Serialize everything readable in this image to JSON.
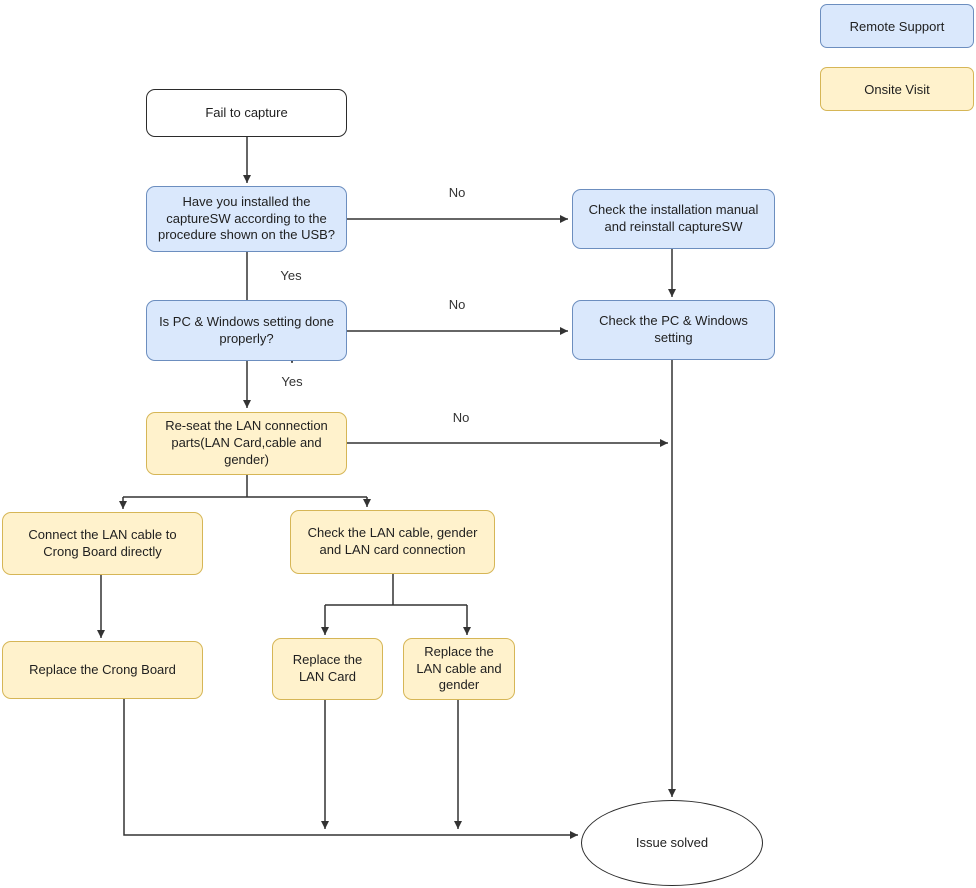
{
  "legend": {
    "remote": {
      "label": "Remote Support",
      "fill": "#dae8fc",
      "border": "#6c8ebf"
    },
    "onsite": {
      "label": "Onsite Visit",
      "fill": "#fff2cc",
      "border": "#d6b656"
    }
  },
  "nodes": {
    "fail_to_capture": {
      "label": "Fail to capture",
      "type": "start"
    },
    "installed_sw": {
      "label": "Have you installed the captureSW according to the procedure shown on the USB?",
      "type": "remote"
    },
    "check_manual": {
      "label": "Check the installation manual and reinstall captureSW",
      "type": "remote"
    },
    "pc_windows": {
      "label": "Is PC & Windows setting done properly?",
      "type": "remote"
    },
    "check_pc": {
      "label": "Check the PC & Windows setting",
      "type": "remote"
    },
    "reseat": {
      "label": "Re-seat the LAN connection parts(LAN Card,cable and gender)",
      "type": "onsite"
    },
    "connect_crong": {
      "label": "Connect the LAN cable to Crong Board directly",
      "type": "onsite"
    },
    "check_cable": {
      "label": "Check the LAN cable, gender and LAN card connection",
      "type": "onsite"
    },
    "replace_crong": {
      "label": "Replace the Crong Board",
      "type": "onsite"
    },
    "replace_lan_card": {
      "label": "Replace the LAN Card",
      "type": "onsite"
    },
    "replace_cable_gender": {
      "label": "Replace the LAN cable and gender",
      "type": "onsite"
    },
    "issue_solved": {
      "label": "Issue solved",
      "type": "end"
    }
  },
  "edge_labels": {
    "installed_no": "No",
    "installed_yes": "Yes",
    "pc_no": "No",
    "pc_yes": "Yes",
    "reseat_no": "No"
  },
  "colors": {
    "remote_fill": "#dae8fc",
    "remote_border": "#6c8ebf",
    "onsite_fill": "#fff2cc",
    "onsite_border": "#d6b656",
    "terminal_border": "#2b2b2b",
    "connector": "#333333"
  }
}
